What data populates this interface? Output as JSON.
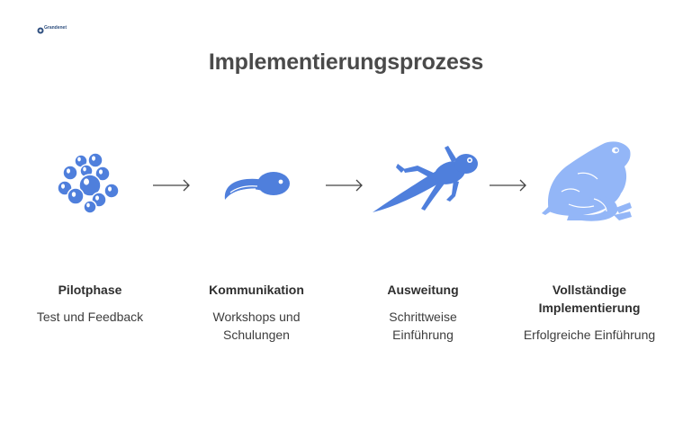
{
  "logo": {
    "text": "Grandenet"
  },
  "title": "Implementierungsprozess",
  "steps": [
    {
      "title": "Pilotphase",
      "desc": "Test und Feedback"
    },
    {
      "title": "Kommunikation",
      "desc": "Workshops und Schulungen"
    },
    {
      "title": "Ausweitung",
      "desc": "Schrittweise Einführung"
    },
    {
      "title": "Vollständige Implementierung",
      "desc": "Erfolgreiche Einführung"
    }
  ],
  "colors": {
    "accent_dark": "#4f7fdc",
    "accent_light": "#93b6f7",
    "arrow": "#444444",
    "title": "#4a4a4a"
  },
  "icons": [
    "frog-eggs-icon",
    "tadpole-icon",
    "froglet-icon",
    "frog-icon"
  ]
}
